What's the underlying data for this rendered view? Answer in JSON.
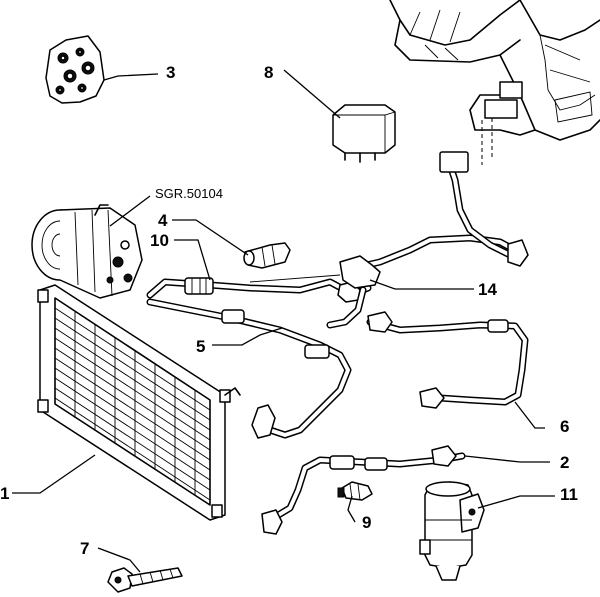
{
  "diagram": {
    "callouts": [
      {
        "id": "1",
        "label": "1"
      },
      {
        "id": "2",
        "label": "2"
      },
      {
        "id": "3",
        "label": "3"
      },
      {
        "id": "4",
        "label": "4"
      },
      {
        "id": "5",
        "label": "5"
      },
      {
        "id": "6",
        "label": "6"
      },
      {
        "id": "7",
        "label": "7"
      },
      {
        "id": "8",
        "label": "8"
      },
      {
        "id": "9",
        "label": "9"
      },
      {
        "id": "10",
        "label": "10"
      },
      {
        "id": "11",
        "label": "11"
      },
      {
        "id": "14",
        "label": "14"
      }
    ],
    "reference_label": "SGR.50104"
  }
}
